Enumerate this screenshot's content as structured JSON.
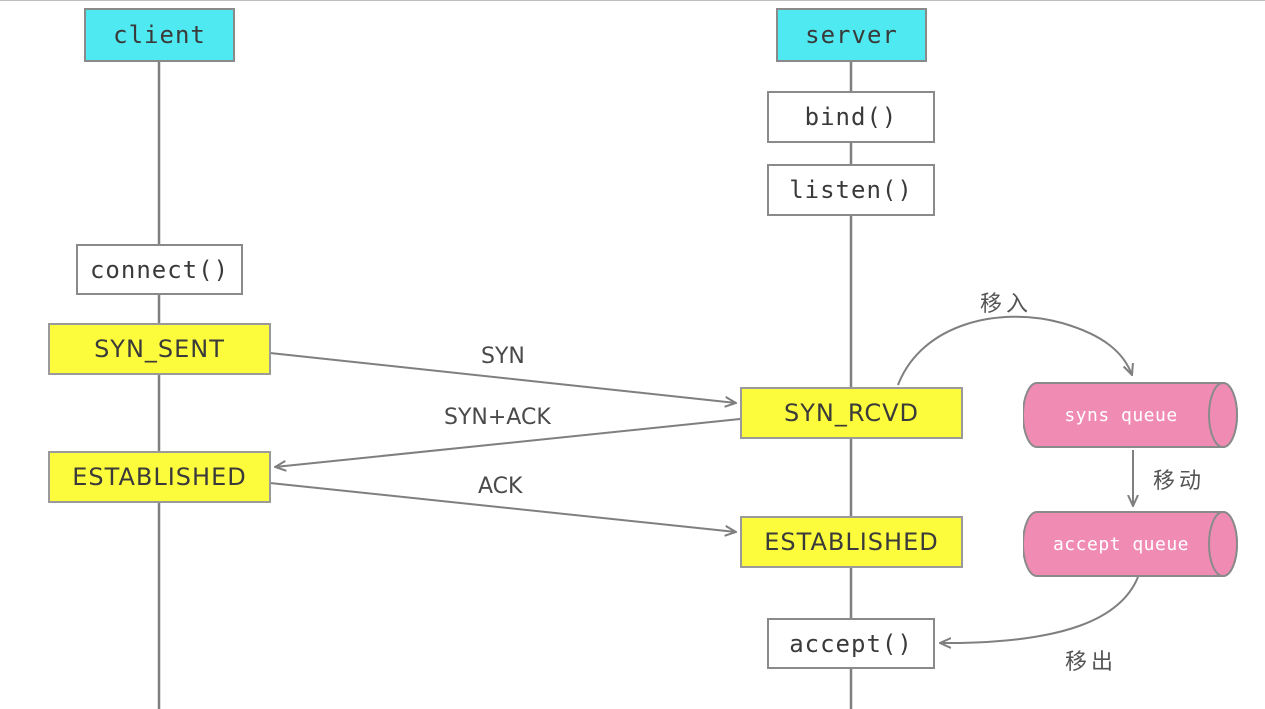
{
  "client": {
    "title": "client",
    "connect": "connect()",
    "states": {
      "syn_sent": "SYN_SENT",
      "established": "ESTABLISHED"
    }
  },
  "server": {
    "title": "server",
    "bind": "bind()",
    "listen": "listen()",
    "accept": "accept()",
    "states": {
      "syn_rcvd": "SYN_RCVD",
      "established": "ESTABLISHED"
    }
  },
  "messages": {
    "syn": "SYN",
    "syn_ack": "SYN+ACK",
    "ack": "ACK"
  },
  "queues": {
    "syns": "syns queue",
    "accept": "accept queue"
  },
  "transitions": {
    "move_in": "移入",
    "move": "移动",
    "move_out": "移出"
  },
  "colors": {
    "header": "#4ee9f1",
    "state": "#fcfc3c",
    "queue": "#f08cb4",
    "line": "#7f7f7f"
  }
}
